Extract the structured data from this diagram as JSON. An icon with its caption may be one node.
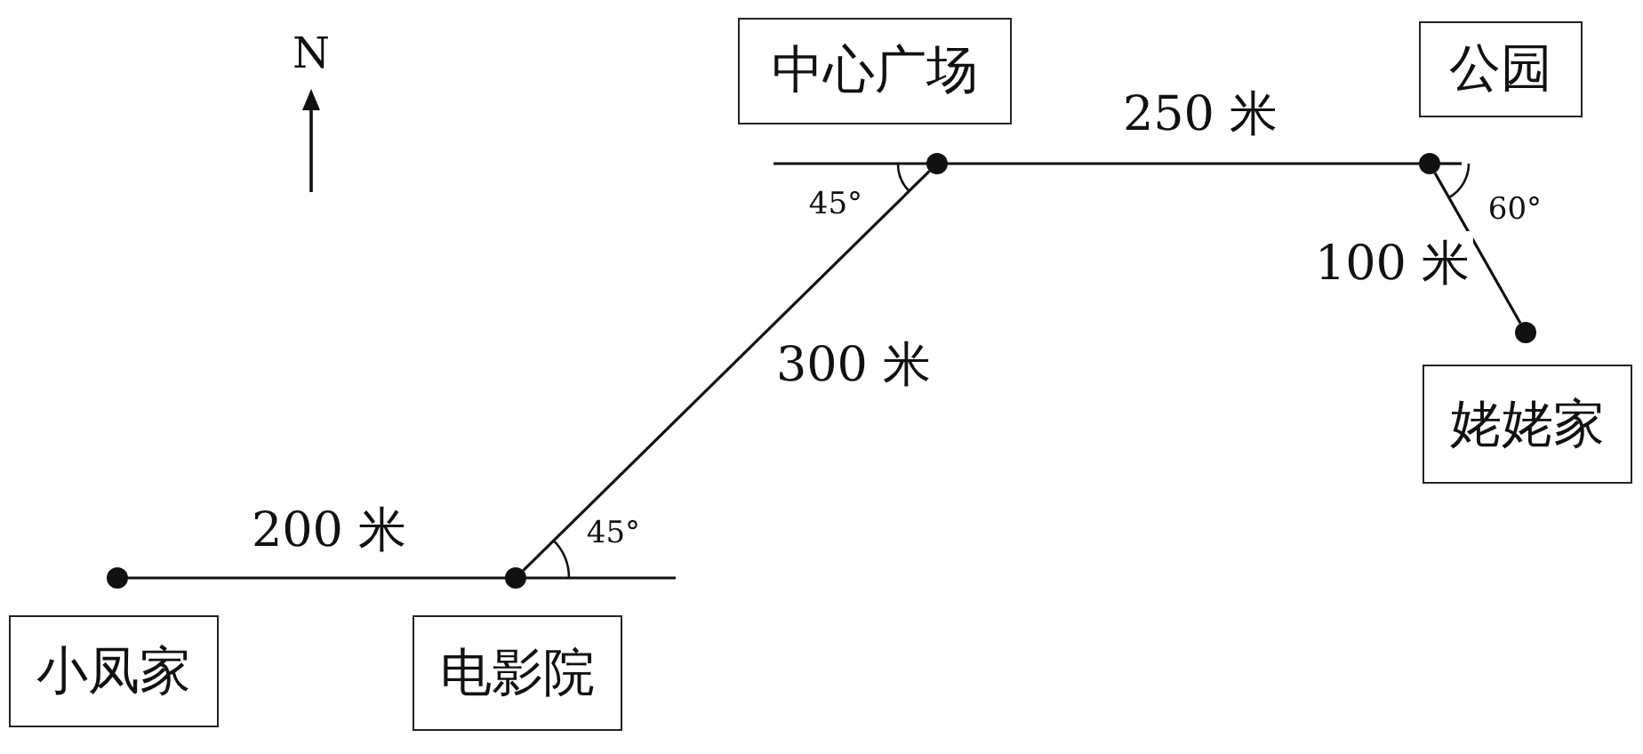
{
  "diagram": {
    "nodes": [
      {
        "text": [
          "中心广场"
        ]
      },
      {
        "text": [
          "公园"
        ]
      },
      {
        "text": [],
        "shape": "circle"
      },
      {
        "text": [],
        "shape": "circle"
      },
      {
        "text": [],
        "shape": "circle"
      },
      {
        "text": [
          "姥姥家"
        ]
      },
      {
        "text": [],
        "shape": "circle"
      },
      {
        "text": [],
        "shape": "circle"
      },
      {
        "text": [
          "小凤家"
        ]
      },
      {
        "text": [
          "电影院"
        ]
      }
    ],
    "edges": [
      {
        "from": 6,
        "to": 7,
        "arrow": "none",
        "label": "200 米"
      },
      {
        "from": 7,
        "to": 2,
        "arrow": "none",
        "label": "300 米"
      },
      {
        "from": 2,
        "to": 3,
        "arrow": "none",
        "label": "250 米"
      },
      {
        "from": 3,
        "to": 4,
        "arrow": "none",
        "label": "100 米"
      }
    ],
    "labels": [
      "N",
      "45°",
      "60°",
      "45°"
    ]
  }
}
